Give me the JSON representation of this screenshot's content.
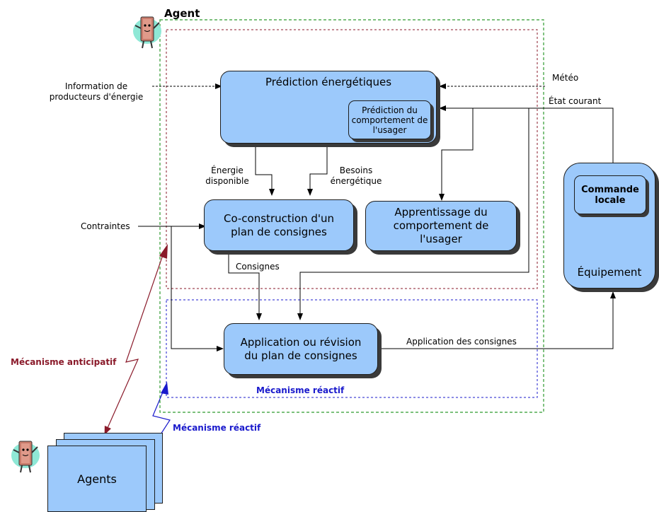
{
  "agent_title": "Agent",
  "boxes": {
    "prediction": "Prédiction énergétiques",
    "prediction_user": "Prédiction du comportement de l'usager",
    "coconstruction": "Co-construction d'un plan de consignes",
    "apprentissage": "Apprentissage du comportement de l'usager",
    "application": "Application ou révision du plan de consignes",
    "equipement": "Équipement",
    "commande_locale": "Commande locale",
    "agents": "Agents"
  },
  "labels": {
    "info_producteurs": "Information de producteurs d'énergie",
    "meteo": "Météo",
    "etat_courant": "État courant",
    "energie_disponible": "Énergie disponible",
    "besoins": "Besoins énergétique",
    "contraintes": "Contraintes",
    "consignes": "Consignes",
    "application_consignes": "Application des consignes"
  },
  "mechanisms": {
    "anticipatif": "Mécanisme anticipatif",
    "reactif_inner": "Mécanisme réactif",
    "reactif_outer": "Mécanisme réactif"
  },
  "colors": {
    "box_fill": "#9cc9fb",
    "green_dash": "#2e9a2e",
    "dark_red": "#8a1a2a",
    "blue": "#1a1acc"
  }
}
